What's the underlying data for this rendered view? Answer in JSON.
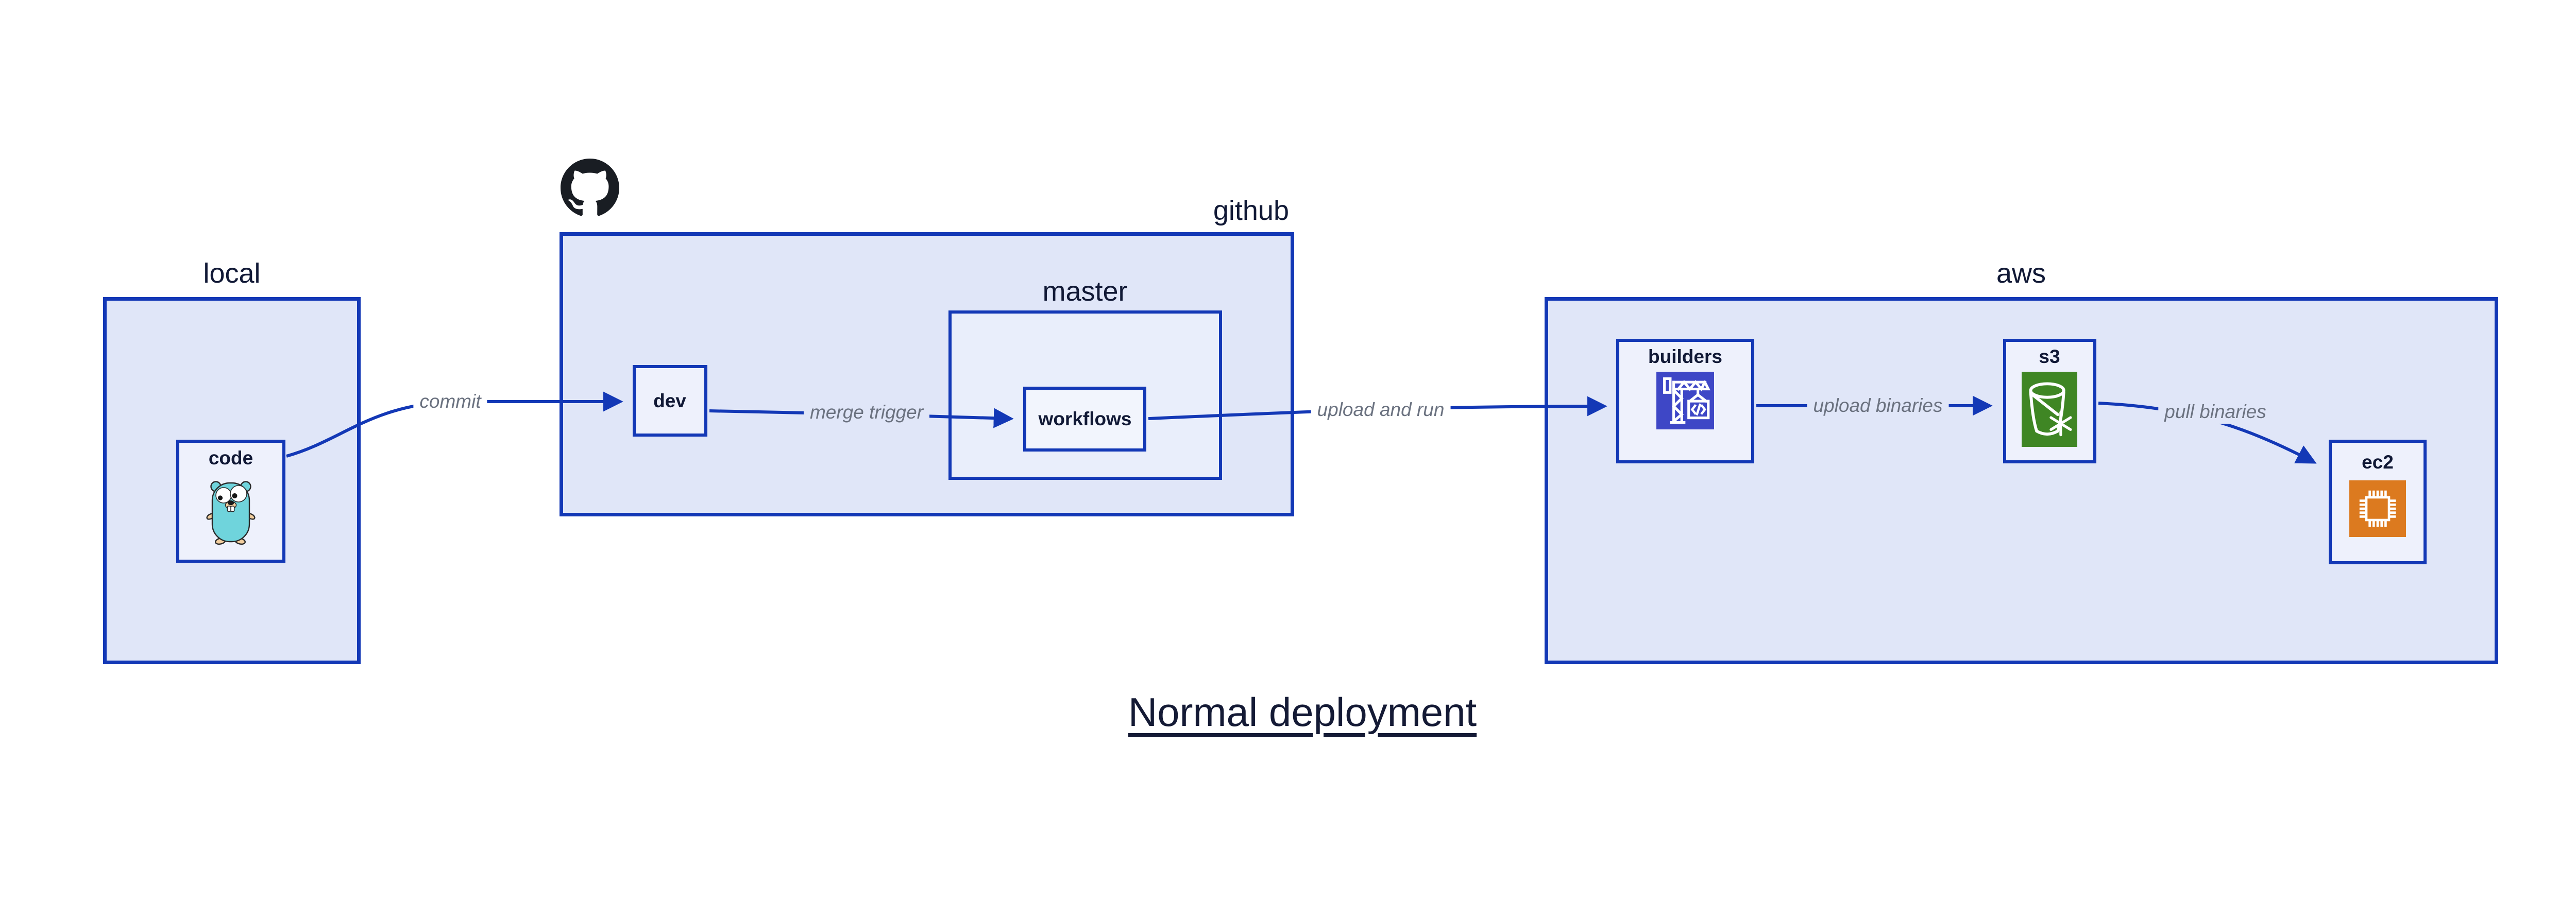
{
  "title": "Normal deployment",
  "groups": {
    "local": {
      "label": "local"
    },
    "github": {
      "label": "github"
    },
    "master": {
      "label": "master"
    },
    "aws": {
      "label": "aws"
    }
  },
  "nodes": {
    "code": {
      "label": "code",
      "icon": "go-gopher-icon"
    },
    "dev": {
      "label": "dev"
    },
    "workflows": {
      "label": "workflows"
    },
    "builders": {
      "label": "builders",
      "icon": "codebuild-crane-icon"
    },
    "s3": {
      "label": "s3",
      "icon": "s3-glacier-bucket-icon"
    },
    "ec2": {
      "label": "ec2",
      "icon": "ec2-chip-icon"
    }
  },
  "edges": {
    "commit": {
      "label": "commit"
    },
    "merge": {
      "label": "merge trigger"
    },
    "upload_run": {
      "label": "upload and run"
    },
    "upload_bin": {
      "label": "upload binaries"
    },
    "pull_bin": {
      "label": "pull binaries"
    }
  },
  "icons": {
    "logo": "github-octocat-icon"
  },
  "colors": {
    "stroke_blue": "#1338b6",
    "group_fill": "#e0e6f8",
    "master_fill": "#e9eefb",
    "node_fill": "#eef1fc",
    "dark_text": "#111936",
    "edge_label_gray": "#6b7280",
    "builders_icon_bg": "#3e47c6",
    "s3_icon_bg": "#3f8624",
    "ec2_icon_bg": "#dc7a1f",
    "gopher_body": "#6fd4dc",
    "github_logo": "#191d23"
  }
}
